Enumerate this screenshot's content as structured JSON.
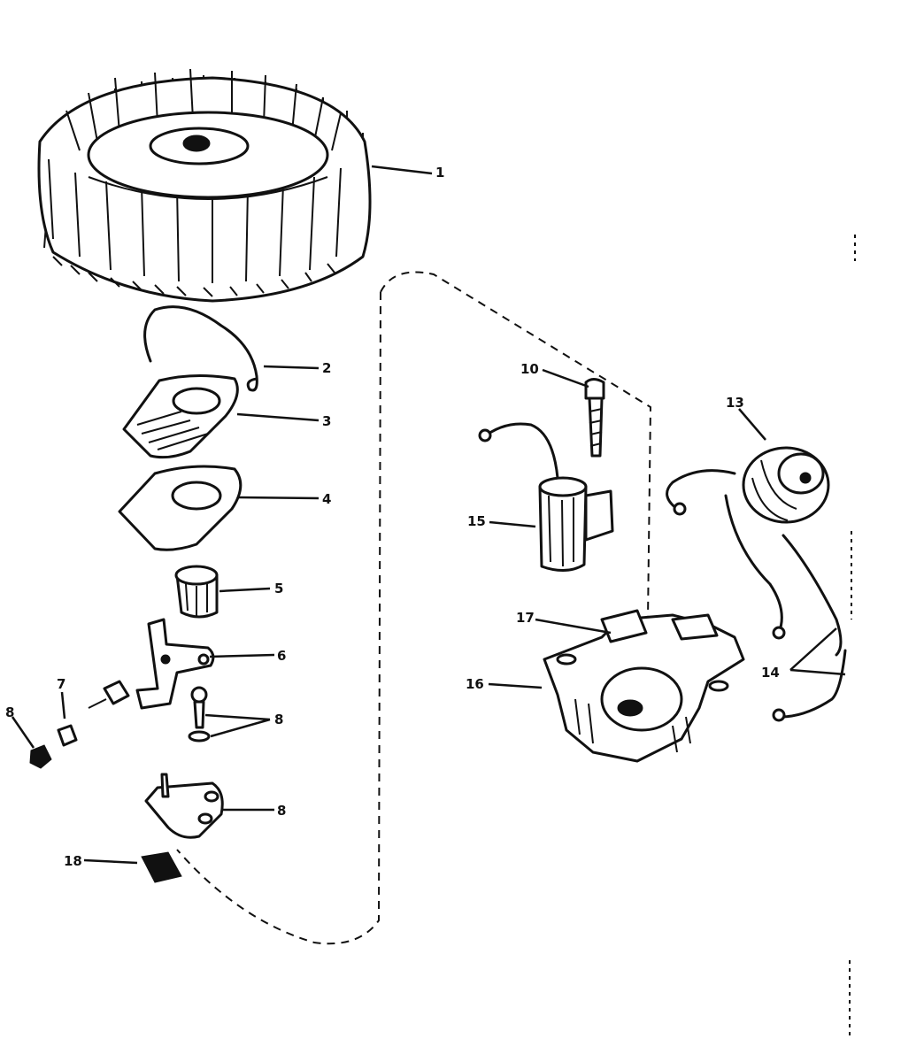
{
  "callouts": {
    "c1": "1",
    "c2": "2",
    "c3": "3",
    "c4": "4",
    "c5": "5",
    "c6": "6",
    "c7": "7",
    "c8a": "8",
    "c8b": "8",
    "c8c": "8",
    "c10": "10",
    "c13": "13",
    "c14": "14",
    "c15": "15",
    "c16": "16",
    "c17": "17",
    "c18": "18"
  }
}
